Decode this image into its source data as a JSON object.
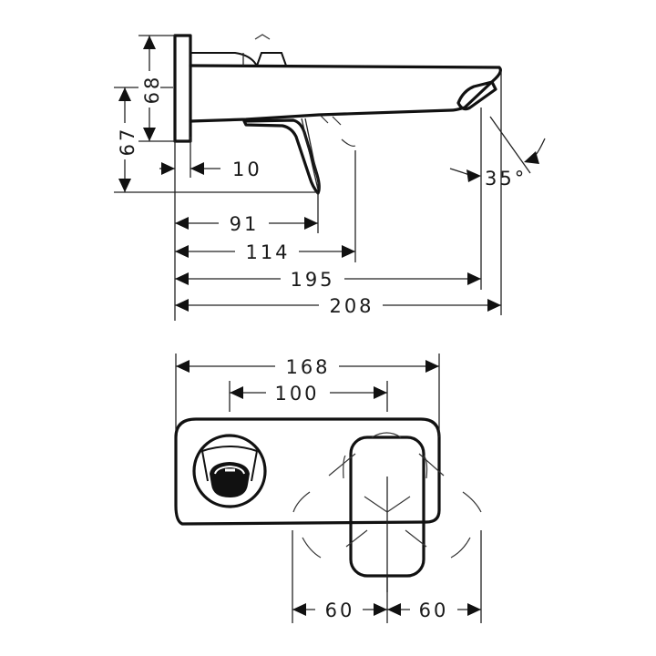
{
  "drawing": {
    "subject": "wall-mounted basin mixer",
    "side_view": {
      "dimensions": {
        "height_plate": "68",
        "height_spout_underside": "67",
        "plate_thickness": "10",
        "handle_tip": "91",
        "handle_swing": "114",
        "aerator": "195",
        "spout_total": "208",
        "spray_angle": "35°"
      }
    },
    "front_view": {
      "dimensions": {
        "plate_width": "168",
        "center_distance": "100",
        "handle_rotation_left": "60",
        "handle_rotation_right": "60"
      }
    },
    "colors": {
      "line": "#111111",
      "background": "#ffffff"
    }
  }
}
